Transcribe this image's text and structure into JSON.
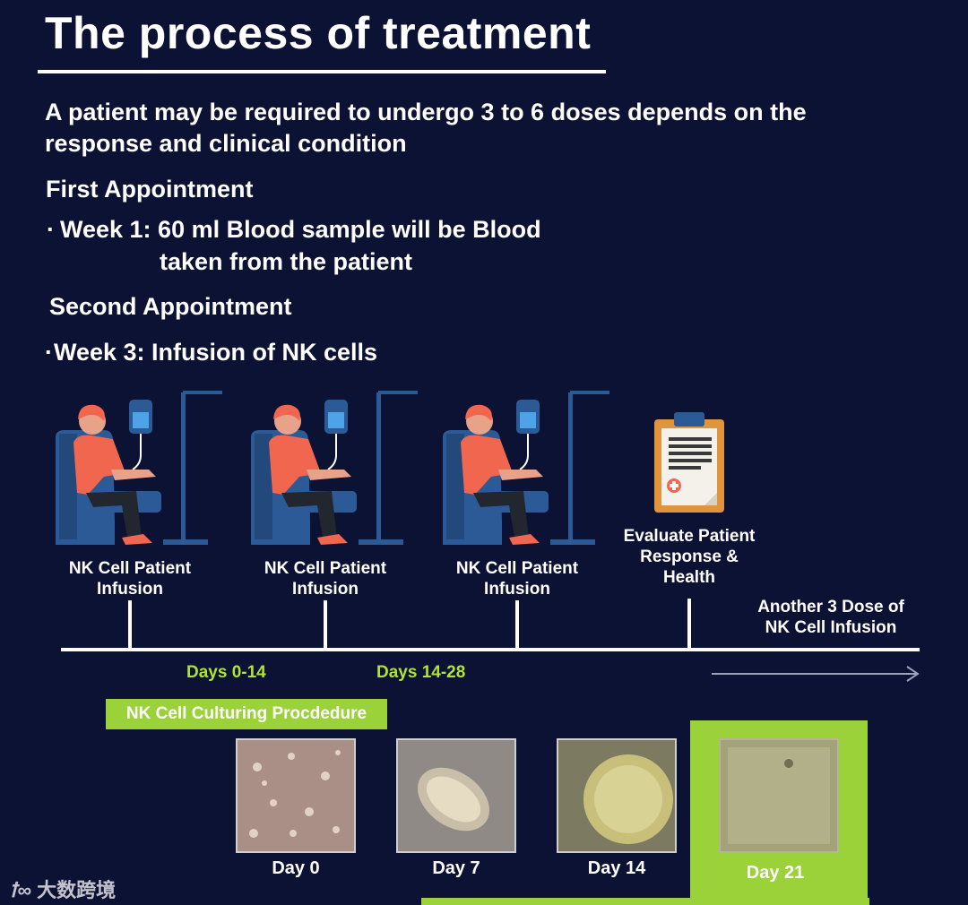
{
  "title": "The process of treatment",
  "intro": "A patient may be required to undergo 3 to 6 doses depends on the response and clinical condition",
  "first_appointment": {
    "heading": "First Appointment",
    "bullet_marker": "·",
    "line1": "Week 1: 60 ml Blood sample will be Blood",
    "line2": "taken from the patient"
  },
  "second_appointment": {
    "heading": "Second Appointment",
    "bullet_marker": "·",
    "line1": "Week 3: Infusion of NK cells"
  },
  "timeline": {
    "steps": [
      {
        "line1": "NK Cell Patient",
        "line2": "Infusion",
        "icon": "infusion-patient-icon"
      },
      {
        "line1": "NK Cell Patient",
        "line2": "Infusion",
        "icon": "infusion-patient-icon"
      },
      {
        "line1": "NK Cell Patient",
        "line2": "Infusion",
        "icon": "infusion-patient-icon"
      },
      {
        "line1": "Evaluate Patient",
        "line2": "Response &",
        "line3": "Health",
        "icon": "clipboard-icon"
      }
    ],
    "another_dose": {
      "line1": "Another 3 Dose of",
      "line2": "NK Cell Infusion"
    },
    "periods": [
      "Days 0-14",
      "Days 14-28"
    ]
  },
  "culturing": {
    "label": "NK Cell Culturing Procdedure",
    "days": [
      "Day 0",
      "Day 7",
      "Day 14",
      "Day 21"
    ]
  },
  "watermark": "大数跨境",
  "colors": {
    "background": "#0b1233",
    "accent_green": "#9bd23a",
    "label_green": "#b3e332",
    "chair_blue": "#2c5a96",
    "shirt_coral": "#f0664f",
    "clipboard_orange": "#e0943c"
  }
}
